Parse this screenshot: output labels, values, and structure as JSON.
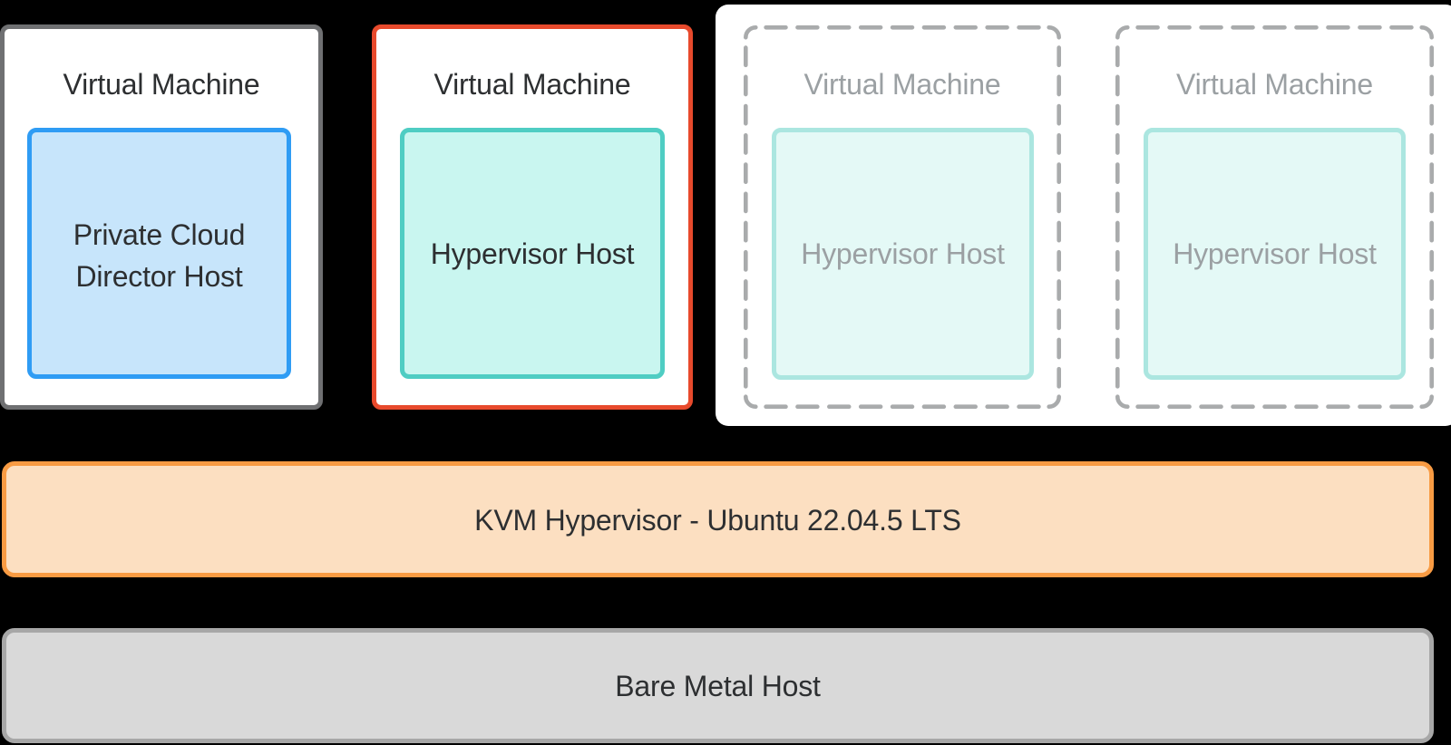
{
  "canvas": {
    "background": "#000000"
  },
  "vm_row": {
    "boxes": [
      {
        "title": "Virtual Machine",
        "state": "director",
        "inner": {
          "lines": [
            "Private Cloud",
            "Director Host"
          ]
        }
      },
      {
        "title": "Virtual Machine",
        "state": "active-hypervisor",
        "inner": {
          "lines": [
            "Hypervisor Host"
          ]
        }
      },
      {
        "title": "Virtual Machine",
        "state": "planned-hypervisor",
        "inner": {
          "lines": [
            "Hypervisor Host"
          ]
        }
      },
      {
        "title": "Virtual Machine",
        "state": "planned-hypervisor",
        "inner": {
          "lines": [
            "Hypervisor Host"
          ]
        }
      }
    ]
  },
  "layers": [
    {
      "label": "KVM Hypervisor - Ubuntu 22.04.5 LTS",
      "style": "orange"
    },
    {
      "label": "Bare Metal Host",
      "style": "gray"
    }
  ],
  "colors": {
    "background": "#000000",
    "box_fill": "#ffffff",
    "gray_border": "#6f7072",
    "red_border": "#e84a2c",
    "blue_border": "#2f9cf4",
    "blue_fill": "#c7e5fb",
    "teal_border": "#4fcdc3",
    "teal_fill": "#c9f6f0",
    "teal_muted_border": "#abe6e0",
    "teal_muted_fill": "#e4f9f6",
    "dashed_border": "#a9abac",
    "muted_text": "#9ba0a3",
    "dark_text": "#2d2f31",
    "orange_border": "#f89b43",
    "orange_fill": "#fcdfc1",
    "gray_bar_border": "#a7a7a7",
    "gray_bar_fill": "#d9d9d9"
  }
}
